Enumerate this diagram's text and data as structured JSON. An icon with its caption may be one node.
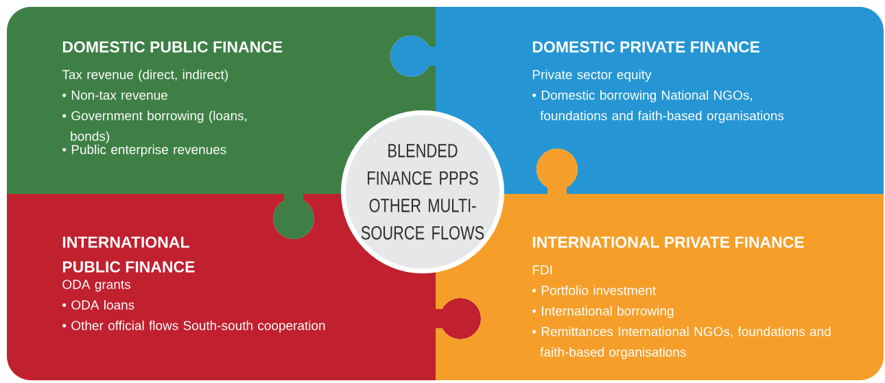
{
  "diagram": {
    "nodes": [
      {
        "text": [
          "DOMESTIC PUBLIC FINANCE",
          "Tax revenue (direct, indirect)",
          "• Non-tax revenue",
          "• Government borrowing (loans, bonds)",
          "• Public enterprise revenues"
        ]
      },
      {
        "text": [
          "DOMESTIC PRIVATE FINANCE",
          "Private sector equity",
          "• Domestic borrowing National NGOs, foundations and faith-based organisations"
        ]
      },
      {
        "text": [
          "BLENDED FINANCE PPPS OTHER MULTI-SOURCE FLOWS"
        ]
      },
      {
        "text": [
          "INTERNATIONAL PUBLIC FINANCE",
          "ODA grants",
          "• ODA loans",
          "• Other official flows South-south cooperation"
        ]
      },
      {
        "text": [
          "INTERNATIONAL PRIVATE FINANCE",
          "FDI",
          "• Portfolio investment",
          "• International borrowing",
          "• Remittances International NGOs, foundations and faith-based organisations"
        ]
      }
    ]
  }
}
